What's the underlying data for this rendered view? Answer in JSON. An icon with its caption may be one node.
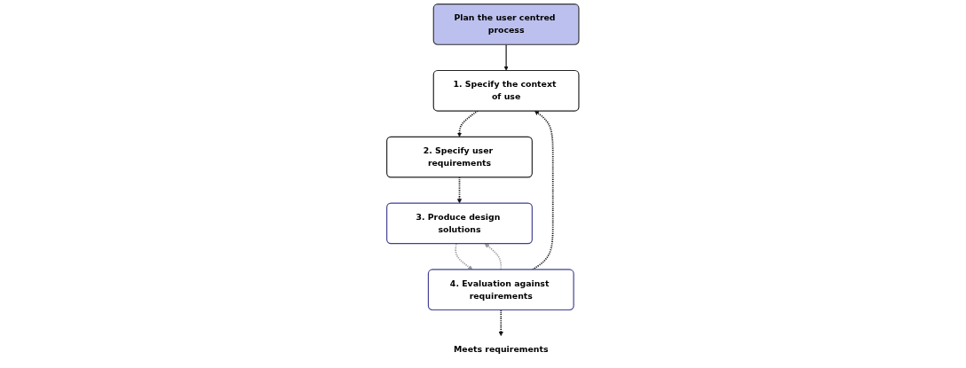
{
  "diagram": {
    "nodes": [
      {
        "text": [
          "Plan the user centred process"
        ]
      },
      {
        "text": [
          "1. Specify the context of use"
        ]
      },
      {
        "text": [
          "2. Specify user requirements"
        ]
      },
      {
        "text": [
          "3. Produce design solutions"
        ]
      },
      {
        "text": [
          "4. Evaluation against requirements"
        ]
      },
      {
        "text": [
          "Meets requirements"
        ]
      }
    ],
    "edges": [
      {
        "from": 0,
        "to": 1,
        "arrow": "to"
      },
      {
        "from": 1,
        "to": 2,
        "arrow": "to",
        "style": "dashed"
      },
      {
        "from": 2,
        "to": 3,
        "arrow": "to",
        "style": "dashed"
      },
      {
        "from": 4,
        "to": 1,
        "arrow": "to",
        "style": "dashed"
      },
      {
        "from": 4,
        "to": 5,
        "arrow": "to",
        "style": "dashed"
      },
      {
        "from": 4,
        "to": 3,
        "arrow": "to",
        "style": "dashed",
        "color": "#999999"
      },
      {
        "from": 3,
        "to": 4,
        "arrow": "to",
        "style": "dashed",
        "color": "#999999"
      }
    ]
  }
}
